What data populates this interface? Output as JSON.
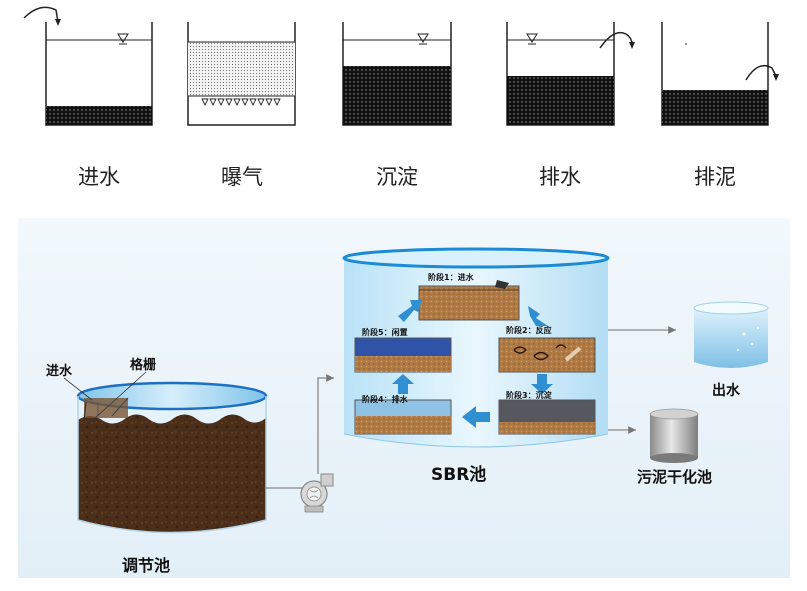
{
  "stages": [
    {
      "id": "inflow",
      "label": "进水"
    },
    {
      "id": "aeration",
      "label": "曝气"
    },
    {
      "id": "settling",
      "label": "沉淀"
    },
    {
      "id": "decant",
      "label": "排水"
    },
    {
      "id": "sludge",
      "label": "排泥"
    }
  ],
  "process": {
    "inlet_label": "进水",
    "screen_label": "格栅",
    "equalization_tank_label": "调节池",
    "sbr_label": "SBR池",
    "effluent_label": "出水",
    "sludge_label": "污泥干化池",
    "phases": [
      {
        "label": "阶段1：进水"
      },
      {
        "label": "阶段2：反应"
      },
      {
        "label": "阶段3：沉淀"
      },
      {
        "label": "阶段4：排水"
      },
      {
        "label": "阶段5：闲置"
      }
    ]
  },
  "colors": {
    "sludge": "#4a2e1a",
    "water_blue": "#9fd2f0",
    "tank_rim": "#1d6fc4",
    "arrow_blue": "#2f8fd0",
    "panel_bg": "#eef6fb"
  }
}
